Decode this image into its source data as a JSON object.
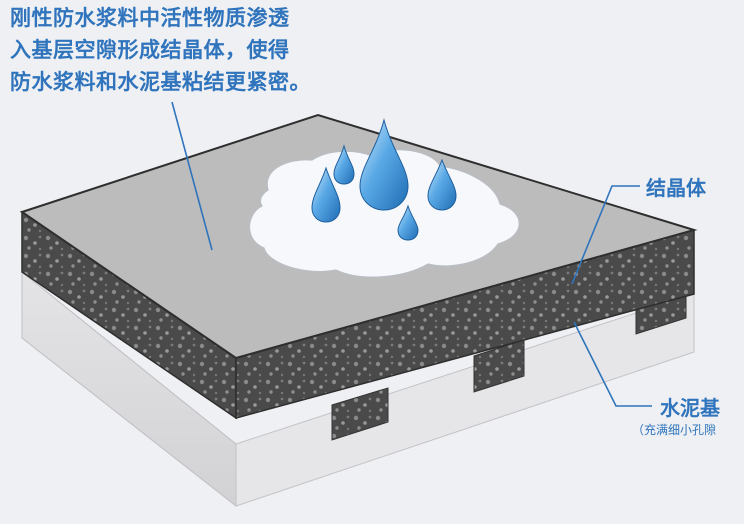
{
  "caption": {
    "lines": [
      "刚性防水浆料中活性物质渗透",
      "入基层空隙形成结晶体，使得",
      "防水浆料和水泥基粘结更紧密。"
    ]
  },
  "labels": {
    "crystal": "结晶体",
    "cement": "水泥基",
    "cement_note": "（充满细小孔隙"
  },
  "colors": {
    "accent": "#2f74bc",
    "background": "#eef0f3",
    "slab_top": "#bcbcbc",
    "slab_side": "#4a4a4a",
    "base": "#dcdcde",
    "water": "#f6f8fb",
    "droplet": "#3c8fd6"
  },
  "icons": [
    "water-droplet-icon"
  ]
}
